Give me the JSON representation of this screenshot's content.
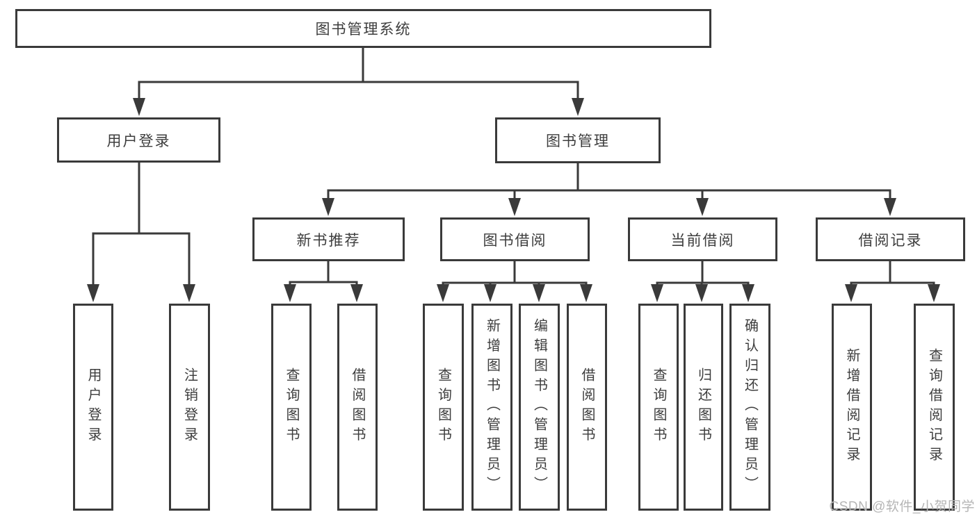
{
  "diagram": {
    "root": {
      "label": "图书管理系统"
    },
    "level2": {
      "user_login": {
        "label": "用户登录"
      },
      "book_management": {
        "label": "图书管理"
      }
    },
    "level3": {
      "new_book_recommendation": {
        "label": "新书推荐"
      },
      "book_borrowing": {
        "label": "图书借阅"
      },
      "current_borrowing": {
        "label": "当前借阅"
      },
      "borrowing_records": {
        "label": "借阅记录"
      }
    },
    "leaves": {
      "user_login": {
        "label": "用户登录"
      },
      "logout": {
        "label": "注销登录"
      },
      "nb_query_books": {
        "label": "查询图书"
      },
      "nb_borrow_books": {
        "label": "借阅图书"
      },
      "bb_query_books": {
        "label": "查询图书"
      },
      "bb_add_books_admin": {
        "label": "新增图书（管理员）"
      },
      "bb_edit_books_admin": {
        "label": "编辑图书（管理员）"
      },
      "bb_borrow_books": {
        "label": "借阅图书"
      },
      "cb_query_books": {
        "label": "查询图书"
      },
      "cb_return_books": {
        "label": "归还图书"
      },
      "cb_confirm_return_admin": {
        "label": "确认归还（管理员）"
      },
      "br_add_borrow_record": {
        "label": "新增借阅记录"
      },
      "br_query_borrow_record": {
        "label": "查询借阅记录"
      }
    }
  },
  "watermark": {
    "text": "CSDN @软件_小贺同学"
  },
  "colors": {
    "line": "#3a3a3a",
    "text": "#3d3d3d",
    "watermark": "#b5b5b5",
    "background": "#ffffff"
  }
}
